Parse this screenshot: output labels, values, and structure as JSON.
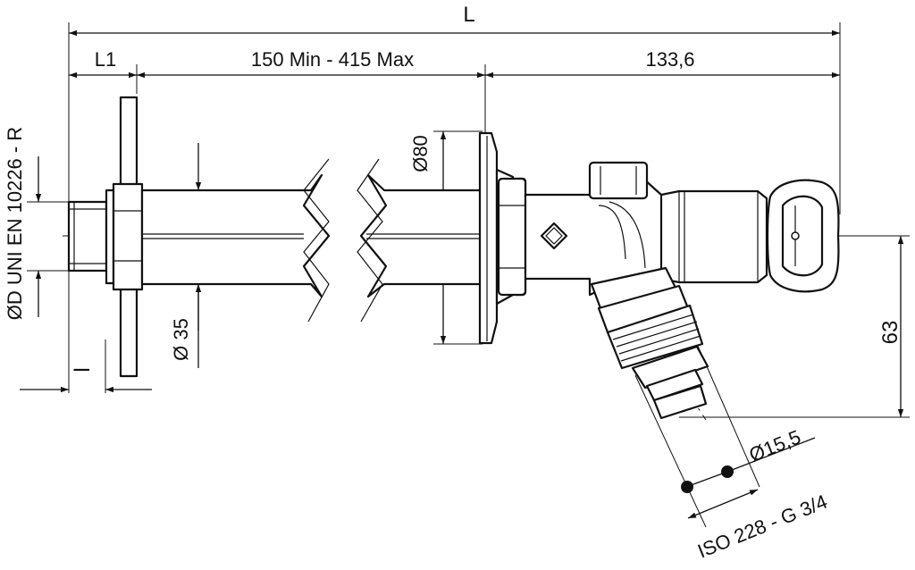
{
  "labels": {
    "overall_length": "L",
    "flange_offset": "L1",
    "pipe_length": "150 Min - 415 Max",
    "body_length": "133,6",
    "flange_diameter": "Ø80",
    "pipe_diameter": "Ø 35",
    "thread_spec": "ØD UNI EN 10226 - R",
    "thread_length": "l",
    "outlet_height": "63",
    "hose_diameter": "Ø15,5",
    "hose_thread": "ISO 228 - G 3/4"
  },
  "colors": {
    "line": "#111111",
    "background": "#ffffff"
  }
}
